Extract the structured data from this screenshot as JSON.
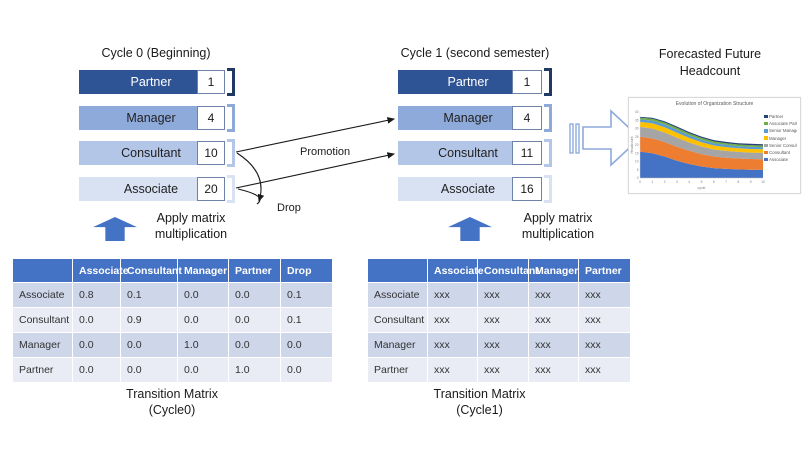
{
  "colors": {
    "accent_blue": "#4472C4",
    "partner_bar": "#2F5496",
    "manager_bar": "#8EAADB",
    "consultant_bar": "#B4C6E7",
    "associate_bar": "#D9E2F3",
    "table_band_dark": "#CED6EA",
    "table_band_light": "#E9ECF5",
    "block_arrow_outline": "#8FAADC"
  },
  "cycle0": {
    "title": "Cycle 0 (Beginning)",
    "apply_label": "Apply matrix multiplication",
    "rows": [
      {
        "label": "Partner",
        "value": "1"
      },
      {
        "label": "Manager",
        "value": "4"
      },
      {
        "label": "Consultant",
        "value": "10"
      },
      {
        "label": "Associate",
        "value": "20"
      }
    ]
  },
  "cycle1": {
    "title": "Cycle 1 (second semester)",
    "apply_label": "Apply matrix multiplication",
    "rows": [
      {
        "label": "Partner",
        "value": "1"
      },
      {
        "label": "Manager",
        "value": "4"
      },
      {
        "label": "Consultant",
        "value": "11"
      },
      {
        "label": "Associate",
        "value": "16"
      }
    ]
  },
  "forecast_title": "Forecasted Future Headcount",
  "annotations": {
    "promotion": "Promotion",
    "drop": "Drop"
  },
  "transition_cycle0": {
    "caption1": "Transition Matrix",
    "caption2": "(Cycle0)",
    "headers": [
      "",
      "Associate",
      "Consultant",
      "Manager",
      "Partner",
      "Drop"
    ],
    "rows": [
      [
        "Associate",
        "0.8",
        "0.1",
        "0.0",
        "0.0",
        "0.1"
      ],
      [
        "Consultant",
        "0.0",
        "0.9",
        "0.0",
        "0.0",
        "0.1"
      ],
      [
        "Manager",
        "0.0",
        "0.0",
        "1.0",
        "0.0",
        "0.0"
      ],
      [
        "Partner",
        "0.0",
        "0.0",
        "0.0",
        "1.0",
        "0.0"
      ]
    ]
  },
  "transition_cycle1": {
    "caption1": "Transition Matrix",
    "caption2": "(Cycle1)",
    "headers": [
      "",
      "Associate",
      "Consultant",
      "Manager",
      "Partner"
    ],
    "rows": [
      [
        "Associate",
        "xxx",
        "xxx",
        "xxx",
        "xxx"
      ],
      [
        "Consultant",
        "xxx",
        "xxx",
        "xxx",
        "xxx"
      ],
      [
        "Manager",
        "xxx",
        "xxx",
        "xxx",
        "xxx"
      ],
      [
        "Partner",
        "xxx",
        "xxx",
        "xxx",
        "xxx"
      ]
    ]
  },
  "chart_data": {
    "type": "area",
    "title": "Evolution of Organization Structure",
    "xlabel": "cycle",
    "ylabel": "Headcount",
    "x": [
      0,
      1,
      2,
      3,
      4,
      5,
      6,
      7,
      8,
      9,
      10
    ],
    "ylim": [
      0,
      40
    ],
    "legend_position": "right",
    "grid": false,
    "series": [
      {
        "name": "Associate",
        "color": "#4472C4",
        "values": [
          16,
          15,
          13,
          10.5,
          8.5,
          7,
          6,
          5.5,
          5.2,
          5,
          5
        ]
      },
      {
        "name": "Consultant",
        "color": "#ED7D31",
        "values": [
          9,
          9,
          8.8,
          8.5,
          8,
          7.5,
          7,
          6.8,
          6.6,
          6.5,
          6.4
        ]
      },
      {
        "name": "Senior Consultant",
        "color": "#A5A5A5",
        "values": [
          6,
          6,
          5.8,
          5.5,
          5,
          4.6,
          4.3,
          4.1,
          4,
          3.9,
          3.9
        ]
      },
      {
        "name": "Manager",
        "color": "#FFC000",
        "values": [
          3,
          3.2,
          3.2,
          3,
          2.8,
          2.6,
          2.4,
          2.3,
          2.2,
          2.2,
          2.1
        ]
      },
      {
        "name": "Senior Manager",
        "color": "#5B9BD5",
        "values": [
          1.5,
          1.6,
          1.7,
          1.7,
          1.6,
          1.5,
          1.4,
          1.4,
          1.3,
          1.3,
          1.3
        ]
      },
      {
        "name": "Associate Partner",
        "color": "#70AD47",
        "values": [
          1,
          1.1,
          1.2,
          1.2,
          1.2,
          1.1,
          1.1,
          1,
          1,
          1,
          1
        ]
      },
      {
        "name": "Partner",
        "color": "#264478",
        "values": [
          0.5,
          0.6,
          0.7,
          0.8,
          0.8,
          0.8,
          0.8,
          0.8,
          0.8,
          0.8,
          0.8
        ]
      }
    ]
  }
}
